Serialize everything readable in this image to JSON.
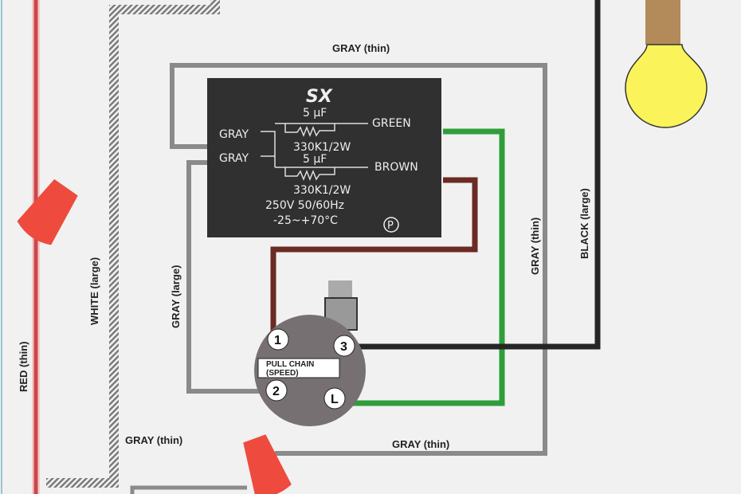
{
  "wire_labels": {
    "gray_thin_top": "GRAY (thin)",
    "gray_thin_bottom_left": "GRAY (thin)",
    "gray_thin_bottom_right": "GRAY (thin)",
    "gray_thin_right": "GRAY (thin)",
    "gray_large": "GRAY (large)",
    "white_large": "WHITE (large)",
    "red_thin": "RED (thin)",
    "black_large": "BLACK (large)"
  },
  "capacitor": {
    "logo": "SX",
    "cap1": "5 µF",
    "res1": "330K1/2W",
    "cap2": "5 µF",
    "res2": "330K1/2W",
    "left_top": "GRAY",
    "left_bottom": "GRAY",
    "right_top": "GREEN",
    "right_bottom": "BROWN",
    "rating": "250V 50/60Hz",
    "temp": "-25~+70°C",
    "mark": "P"
  },
  "switch": {
    "label_line1": "PULL CHAIN",
    "label_line2": "(SPEED)",
    "pins": [
      "1",
      "2",
      "3",
      "L"
    ]
  },
  "colors": {
    "red": "#c9484c",
    "gray": "#8a8a8a",
    "green": "#2f9e3a",
    "brown": "#6b2a24",
    "black": "#262626",
    "capacitor": "#303030",
    "wire_nut": "#ee4b3e",
    "bulb": "#fbf35a"
  }
}
